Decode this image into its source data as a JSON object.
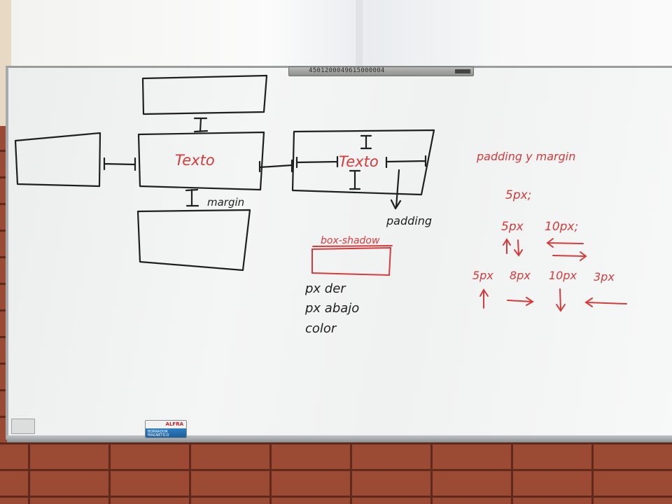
{
  "scene": {
    "marker_barcode": "4501200049615000004",
    "eraser_brand": "ALFRA",
    "eraser_label": "BORRADOR MAGNETICO"
  },
  "whiteboard": {
    "box_center_label": "Texto",
    "box_right_label": "Texto",
    "margin_label": "margin",
    "padding_label": "padding",
    "box_shadow_label": "box-shadow",
    "shadow_notes": [
      "px der",
      "px abajo",
      "color"
    ],
    "shorthand_title": "padding y margin",
    "one_value": "5px;",
    "two_values": [
      "5px",
      "10px;"
    ],
    "four_values": [
      "5px",
      "8px",
      "10px",
      "3px"
    ]
  },
  "colors": {
    "ink_black": "#1f1f1f",
    "ink_red": "#d63a3a",
    "board": "#f1f2f2",
    "brick": "#9b4a33"
  }
}
